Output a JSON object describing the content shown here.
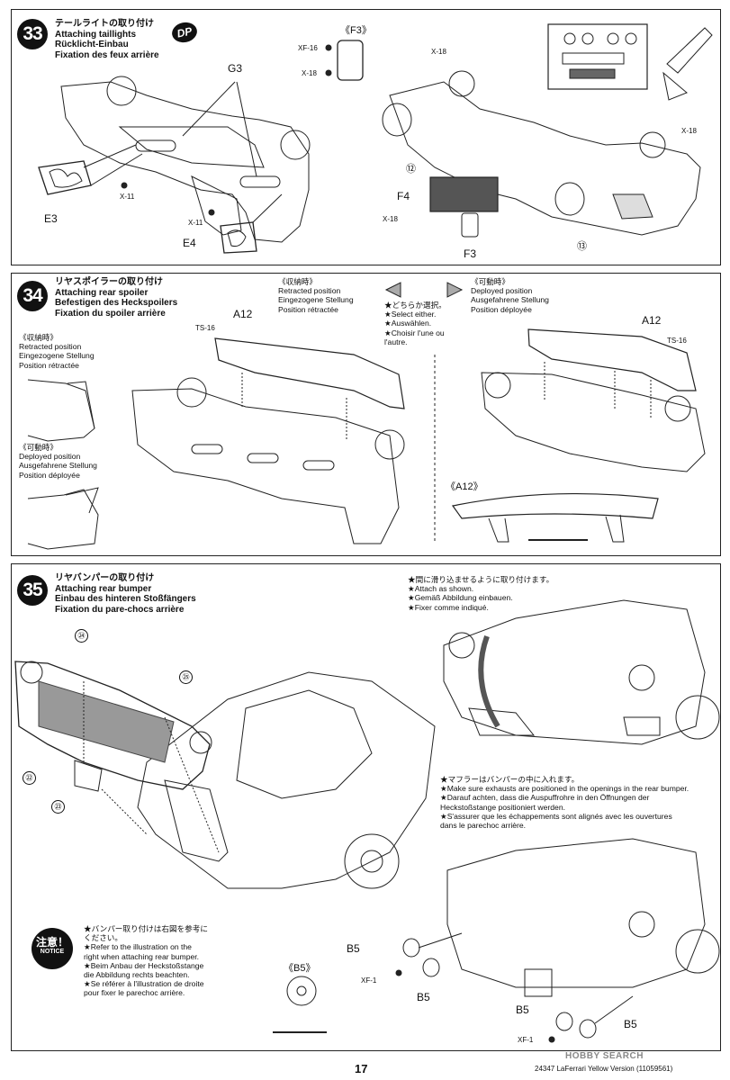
{
  "step33": {
    "number": "33",
    "title_jp": "テールライトの取り付け",
    "title_en": "Attaching taillights",
    "title_de": "Rücklicht-Einbau",
    "title_fr": "Fixation des feux arrière",
    "badge": "DP",
    "parts": {
      "f3_bag": "《F3》",
      "xf16": "XF-16",
      "x18_a": "X-18",
      "g3": "G3",
      "x11_a": "X-11",
      "x11_b": "X-11",
      "e3": "E3",
      "e4": "E4",
      "x18_b": "X-18",
      "x18_c": "X-18",
      "x18_d": "X-18",
      "f4": "F4",
      "f3": "F3",
      "c12": "⑫",
      "c13": "⑬"
    }
  },
  "step34": {
    "number": "34",
    "title_jp": "リヤスポイラーの取り付け",
    "title_en": "Attaching rear spoiler",
    "title_de": "Befestigen des Heckspoilers",
    "title_fr": "Fixation du spoiler arrière",
    "retracted": {
      "jp": "《収納時》",
      "en": "Retracted position",
      "de": "Eingezogene Stellung",
      "fr": "Position rétractée"
    },
    "deployed": {
      "jp": "《可動時》",
      "en": "Deployed position",
      "de": "Ausgefahrene Stellung",
      "fr": "Position déployée"
    },
    "select_note": [
      "★どちらか選択。",
      "★Select either.",
      "★Auswählen.",
      "★Choisir l'une ou",
      "l'autre."
    ],
    "a12": "A12",
    "a12_b": "A12",
    "ts16": "TS-16",
    "ts16_b": "TS-16",
    "a12_detail": "《A12》"
  },
  "step35": {
    "number": "35",
    "title_jp": "リヤバンパーの取り付け",
    "title_en": "Attaching rear bumper",
    "title_de": "Einbau des hinteren Stoßfängers",
    "title_fr": "Fixation du pare-chocs arrière",
    "attach_note": [
      "★間に滑り込ませるように取り付けます。",
      "★Attach as shown.",
      "★Gemäß Abbildung einbauen.",
      "★Fixer comme indiqué."
    ],
    "exhaust_note": [
      "★マフラーはバンパーの中に入れます。",
      "★Make sure exhausts are positioned in the openings in the rear bumper.",
      "★Darauf achten, dass die Auspuffrohre in den Öffnungen der",
      "Heckstoßstange positioniert werden.",
      "★S'assurer que les échappements sont alignés avec les ouvertures",
      "dans le parechoc arrière."
    ],
    "notice_jp": "注意！",
    "notice_en": "NOTICE",
    "notice_note": [
      "★バンパー取り付けは右図を参考に",
      "ください。",
      "★Refer to the illustration on the",
      "right when attaching rear bumper.",
      "★Beim Anbau der Heckstoßstange",
      "die Abbildung rechts beachten.",
      "★Se référer à l'illustration de droite",
      "pour fixer le parechoc arrière."
    ],
    "c24": "㉔",
    "c25": "㉕",
    "c22": "㉒",
    "c23": "㉓",
    "b5_bag": "《B5》",
    "b5_1": "B5",
    "b5_2": "B5",
    "b5_3": "B5",
    "b5_4": "B5",
    "xf1_a": "XF-1",
    "xf1_b": "XF-1"
  },
  "footer": {
    "page": "17",
    "model": "24347 LaFerrari Yellow Version (11059561)",
    "watermark": "HOBBY SEARCH"
  }
}
